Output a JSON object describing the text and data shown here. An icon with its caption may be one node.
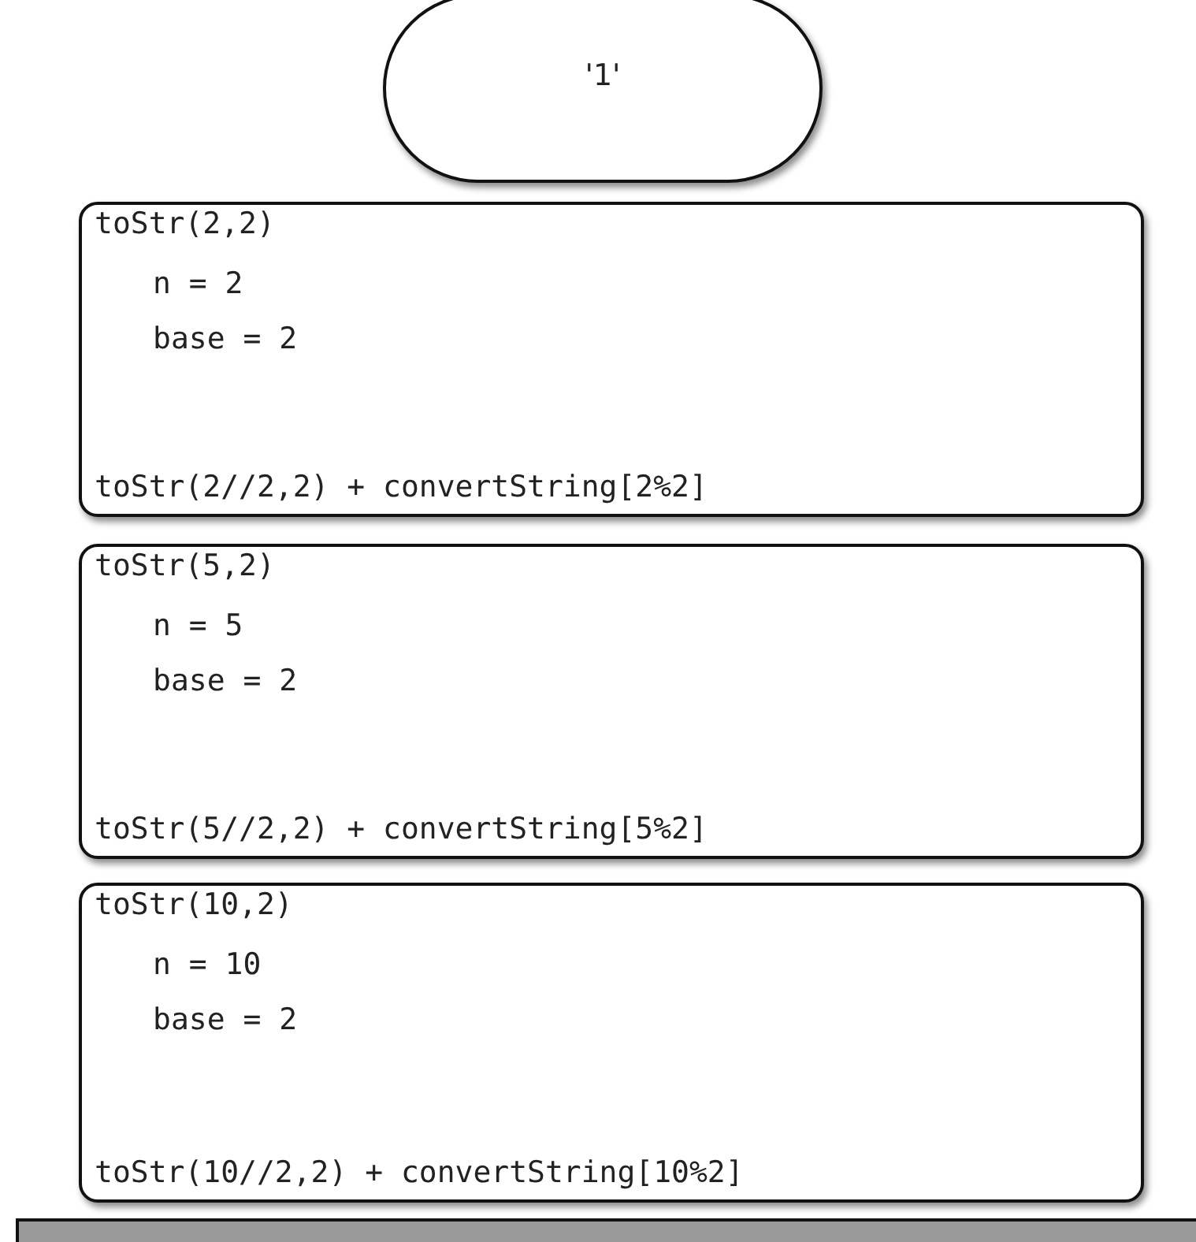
{
  "diagram": {
    "nodes": [
      {
        "text": [
          "'1'"
        ]
      },
      {
        "text": [
          "toStr(2,2)",
          "n = 2",
          "base = 2",
          "toStr(2//2,2) + convertString[2%2]"
        ]
      },
      {
        "text": [
          "toStr(5,2)",
          "n = 5",
          "base = 2",
          "toStr(5//2,2) + convertString[5%2]"
        ]
      },
      {
        "text": [
          "toStr(10,2)",
          "n = 10",
          "base = 2",
          "toStr(10//2,2) + convertString[10%2]"
        ]
      },
      {
        "text": [],
        "shape": "bar"
      }
    ]
  }
}
